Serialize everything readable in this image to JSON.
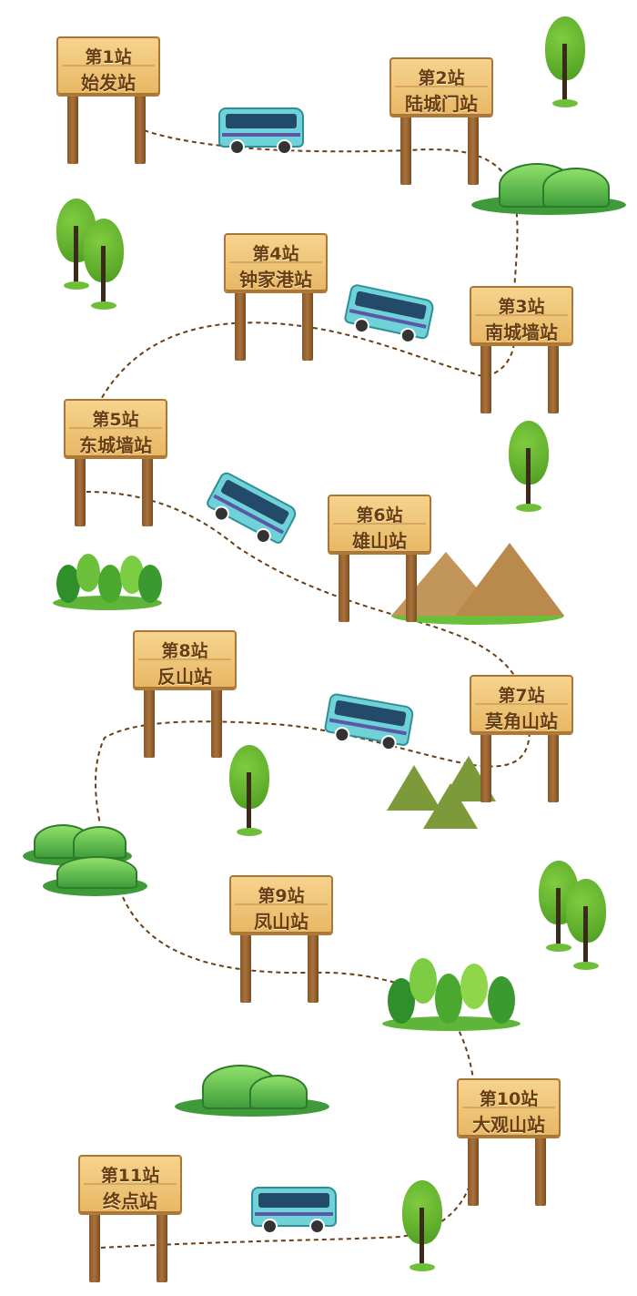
{
  "stations": [
    {
      "num": "第1站",
      "name": "始发站"
    },
    {
      "num": "第2站",
      "name": "陆城门站"
    },
    {
      "num": "第3站",
      "name": "南城墙站"
    },
    {
      "num": "第4站",
      "name": "钟家港站"
    },
    {
      "num": "第5站",
      "name": "东城墙站"
    },
    {
      "num": "第6站",
      "name": "雄山站"
    },
    {
      "num": "第7站",
      "name": "莫角山站"
    },
    {
      "num": "第8站",
      "name": "反山站"
    },
    {
      "num": "第9站",
      "name": "凤山站"
    },
    {
      "num": "第10站",
      "name": "大观山站"
    },
    {
      "num": "第11站",
      "name": "终点站"
    }
  ],
  "colors": {
    "route": "#6b3e12",
    "sign_board": "#f0c878",
    "sign_text": "#6b3e12",
    "bus_body": "#6fd2d8",
    "tree_green": "#5aa82a"
  },
  "icons": [
    "bus-icon",
    "tree-icon",
    "hill-icon",
    "mountain-icon",
    "grove-icon"
  ]
}
